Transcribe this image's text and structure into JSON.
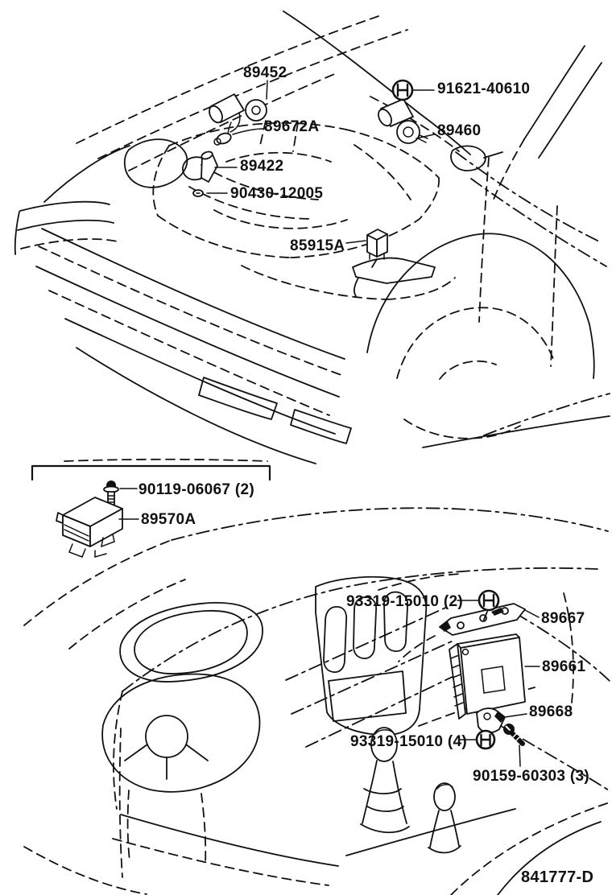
{
  "colors": {
    "background": "#ffffff",
    "line": "#111111",
    "text": "#111111"
  },
  "figure": {
    "code": "841777-D"
  },
  "parts": {
    "p89452": {
      "label": "89452"
    },
    "p91621": {
      "label": "91621-40610"
    },
    "p89672A": {
      "label": "89672A"
    },
    "p89460": {
      "label": "89460"
    },
    "p89422": {
      "label": "89422"
    },
    "p90430": {
      "label": "90430-12005"
    },
    "p85915A": {
      "label": "85915A"
    },
    "p90119": {
      "label": "90119-06067 (2)"
    },
    "p89570A": {
      "label": "89570A"
    },
    "p93319u": {
      "label": "93319-15010 (2)"
    },
    "p89667": {
      "label": "89667"
    },
    "p89661": {
      "label": "89661"
    },
    "p89668": {
      "label": "89668"
    },
    "p93319l": {
      "label": "93319-15010 (4)"
    },
    "p90159": {
      "label": "90159-60303 (3)"
    }
  },
  "icons": {
    "nut": "hex-nut-marker",
    "screw": "flanged-screw-marker",
    "bolt": "hex-bolt-marker"
  }
}
